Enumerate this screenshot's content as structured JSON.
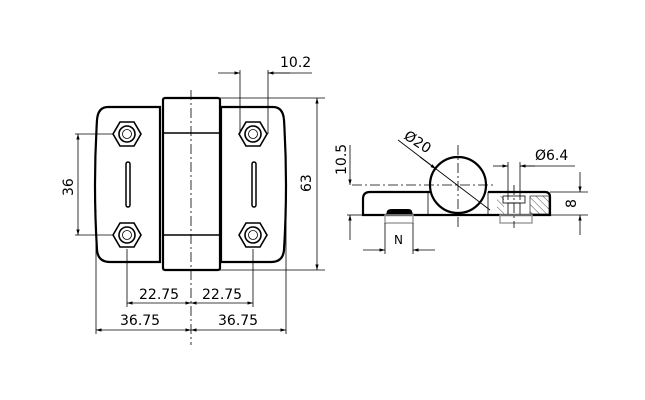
{
  "front_view": {
    "dim_pin_offset": "10.2",
    "dim_height": "63",
    "dim_hole_spacing": "36",
    "dim_hole_left": "22.75",
    "dim_hole_right": "22.75",
    "dim_width_left": "36.75",
    "dim_width_right": "36.75"
  },
  "side_view": {
    "dim_axis_height": "10.5",
    "dim_barrel_diameter": "Ø20",
    "dim_hole_diameter": "Ø6.4",
    "dim_thickness": "8",
    "dim_nut_width": "N"
  },
  "colors": {
    "line": "#000000",
    "hidden": "#999999",
    "background": "#ffffff"
  }
}
